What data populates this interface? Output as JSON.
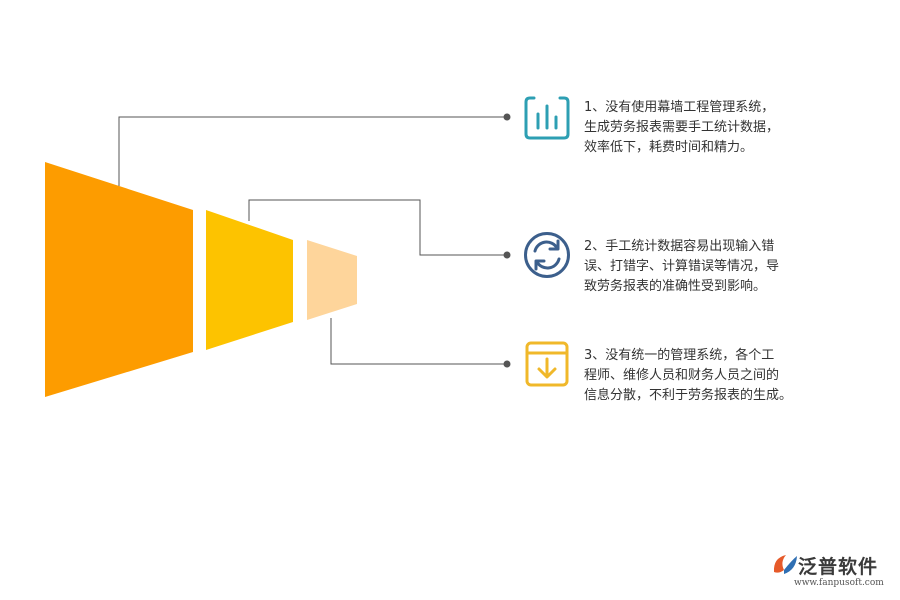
{
  "colors": {
    "stage1": "#fd9c00",
    "stage2": "#fdc300",
    "stage3": "#fed59b",
    "connector": "#555555",
    "icon1": "#2d9fb3",
    "icon2": "#3c5f8c",
    "icon3": "#f0b82a"
  },
  "items": [
    {
      "icon": "bar-chart-icon",
      "text": "1、没有使用幕墙工程管理系统，\n生成劳务报表需要手工统计数据，\n效率低下，耗费时间和精力。"
    },
    {
      "icon": "refresh-icon",
      "text": "2、手工统计数据容易出现输入错\n误、打错字、计算错误等情况，导\n致劳务报表的准确性受到影响。"
    },
    {
      "icon": "download-box-icon",
      "text": "3、没有统一的管理系统，各个工\n程师、维修人员和财务人员之间的\n信息分散，不利于劳务报表的生成。"
    }
  ],
  "logo": {
    "name": "泛普软件",
    "url": "www.fanpusoft.com"
  }
}
